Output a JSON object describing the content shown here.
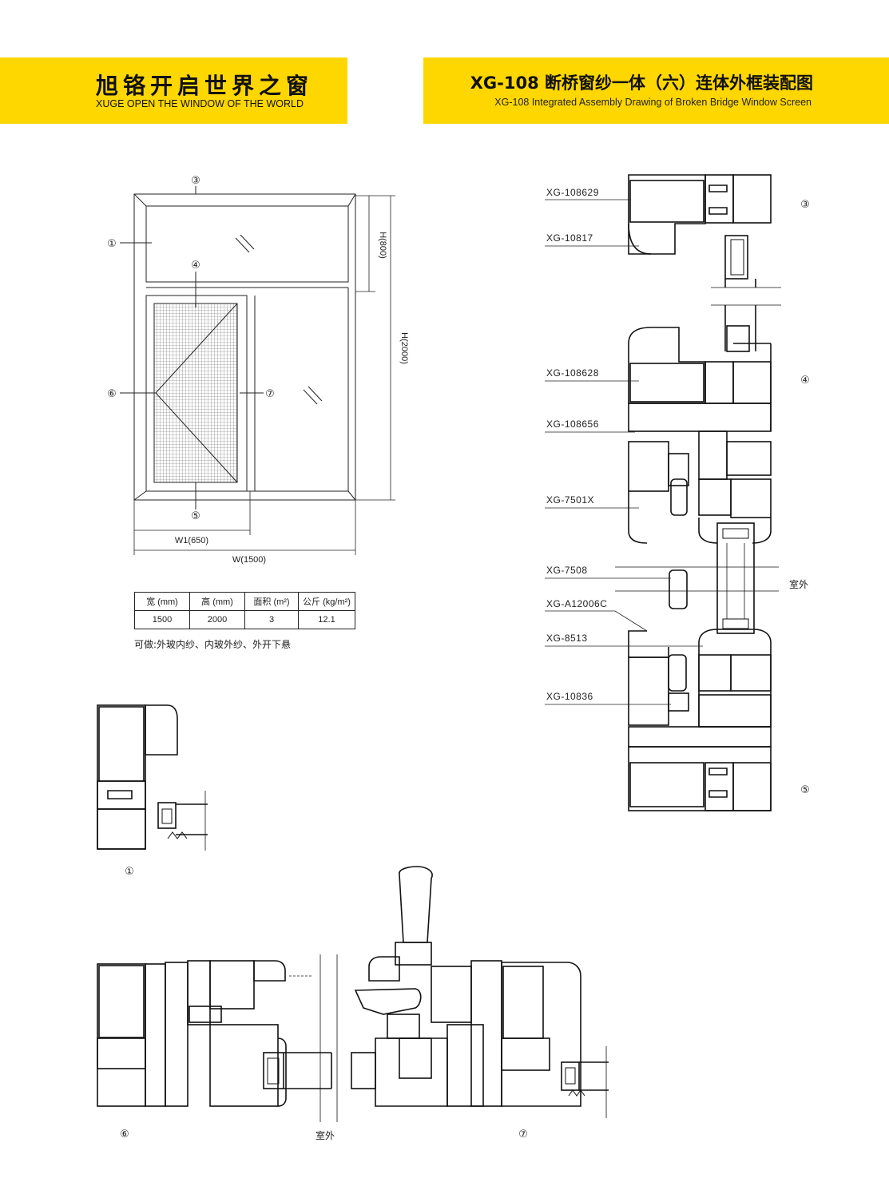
{
  "header": {
    "brand_cn": "旭铬开启世界之窗",
    "brand_en": "XUGE OPEN THE WINDOW OF THE WORLD",
    "title_cn": "XG-108 断桥窗纱一体（六）连体外框装配图",
    "title_en": "XG-108 Integrated Assembly Drawing of Broken Bridge Window Screen",
    "accent_color": "#ffd700"
  },
  "elevation": {
    "markers": {
      "m1": "①",
      "m3": "③",
      "m4": "④",
      "m5": "⑤",
      "m6": "⑥",
      "m7": "⑦"
    },
    "dim_h_top": "H(800)",
    "dim_h_total": "H(2000)",
    "dim_w1": "W1(650)",
    "dim_w": "W(1500)"
  },
  "spec_table": {
    "headers": [
      "宽 (mm)",
      "高 (mm)",
      "面积 (m²)",
      "公斤 (kg/m²)"
    ],
    "row": [
      "1500",
      "2000",
      "3",
      "12.1"
    ]
  },
  "note": "可做:外玻内纱、内玻外纱、外开下悬",
  "section": {
    "labels": [
      "XG-108629",
      "XG-10817",
      "XG-108628",
      "XG-108656",
      "XG-7501X",
      "XG-7508",
      "XG-A12006C",
      "XG-8513",
      "XG-10836"
    ],
    "marker3": "③",
    "marker4": "④",
    "marker5": "⑤",
    "outdoor": "室外"
  },
  "detail1": {
    "marker": "①"
  },
  "bottom": {
    "marker6": "⑥",
    "marker7": "⑦",
    "outdoor": "室外"
  }
}
